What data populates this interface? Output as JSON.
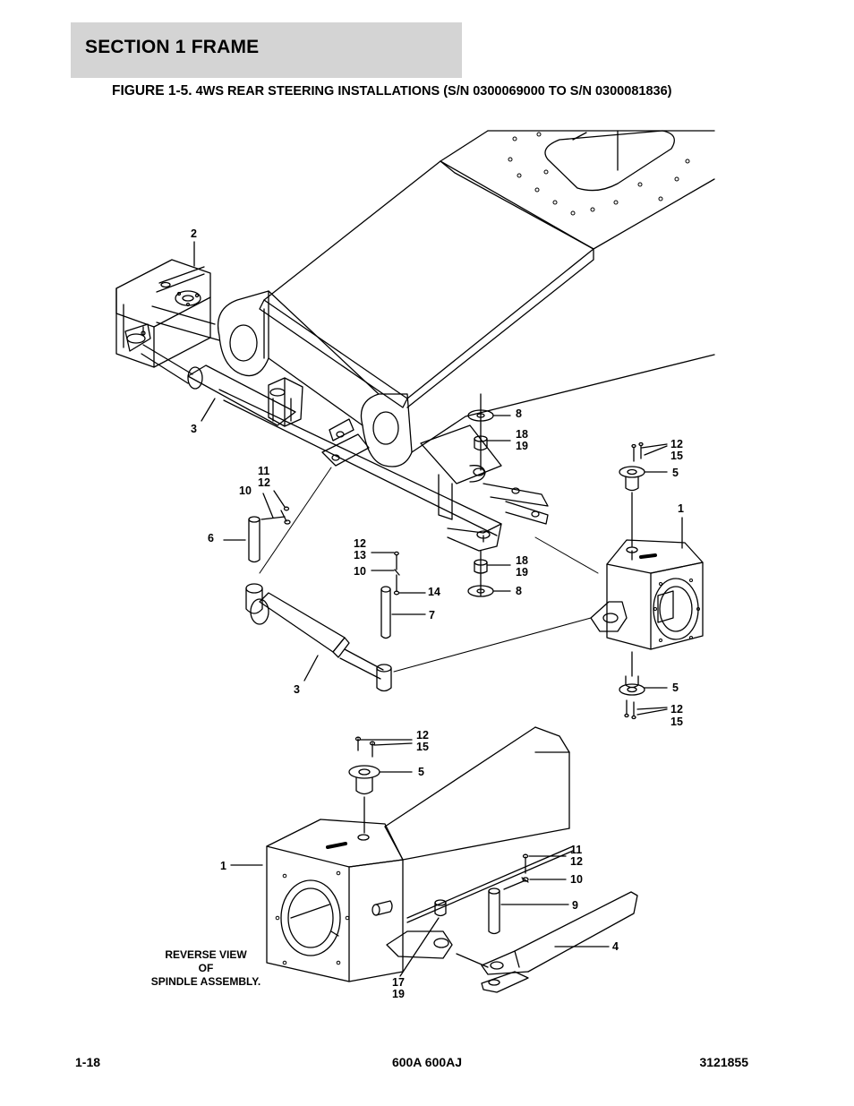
{
  "header": {
    "section_title": "SECTION 1  FRAME"
  },
  "figure": {
    "number": "FIGURE 1-5.",
    "title": "4WS REAR STEERING INSTALLATIONS (S/N 0300069000 TO S/N 0300081836)"
  },
  "callouts": {
    "c2": "2",
    "c3_upper": "3",
    "c3_lower": "3",
    "c8_top": "8",
    "c18_top": "18",
    "c19_top": "19",
    "c12_r1": "12",
    "c15_r1": "15",
    "c5_r1": "5",
    "c1_right": "1",
    "c11_left": "11",
    "c12_left": "12",
    "c10_left": "10",
    "c6": "6",
    "c12_mid": "12",
    "c13_mid": "13",
    "c10_mid": "10",
    "c14": "14",
    "c7": "7",
    "c18_bot": "18",
    "c19_bot": "19",
    "c8_bot": "8",
    "c5_r2": "5",
    "c12_r2": "12",
    "c15_r2": "15",
    "c12_low": "12",
    "c15_low": "15",
    "c5_low": "5",
    "c1_low": "1",
    "c11_low": "11",
    "c12_low2": "12",
    "c10_low": "10",
    "c9": "9",
    "c4": "4",
    "c17": "17",
    "c19_low": "19"
  },
  "note": {
    "line1": "REVERSE VIEW",
    "line2": "OF",
    "line3": "SPINDLE ASSEMBLY."
  },
  "footer": {
    "page": "1-18",
    "model": "600A 600AJ",
    "doc_number": "3121855"
  }
}
